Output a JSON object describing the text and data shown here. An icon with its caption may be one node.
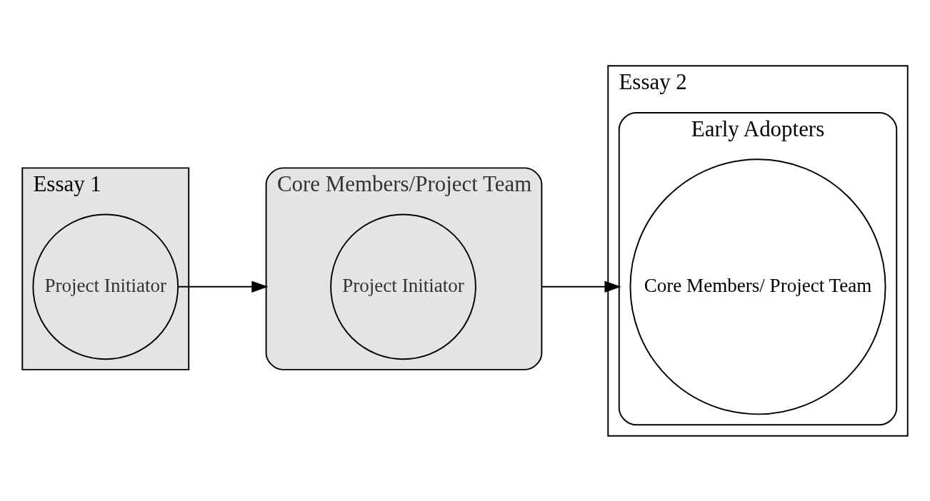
{
  "diagram": {
    "nodes": [
      {
        "text": [
          "Essay 1"
        ]
      },
      {
        "text": [
          "Essay 2"
        ]
      },
      {
        "text": [
          "Project Initiator"
        ],
        "in": 0
      },
      {
        "text": [
          "Core Members/Project Team"
        ]
      },
      {
        "text": [
          "Project Initiator"
        ],
        "in": 3
      },
      {
        "text": [
          "Early Adopters"
        ],
        "in": 1
      },
      {
        "text": [
          "Core Members/ Project Team"
        ],
        "in": 5
      }
    ],
    "edges": [
      {
        "from": 2,
        "to": 3,
        "arrow": "to"
      },
      {
        "from": 3,
        "to": 5,
        "arrow": "to"
      }
    ]
  }
}
